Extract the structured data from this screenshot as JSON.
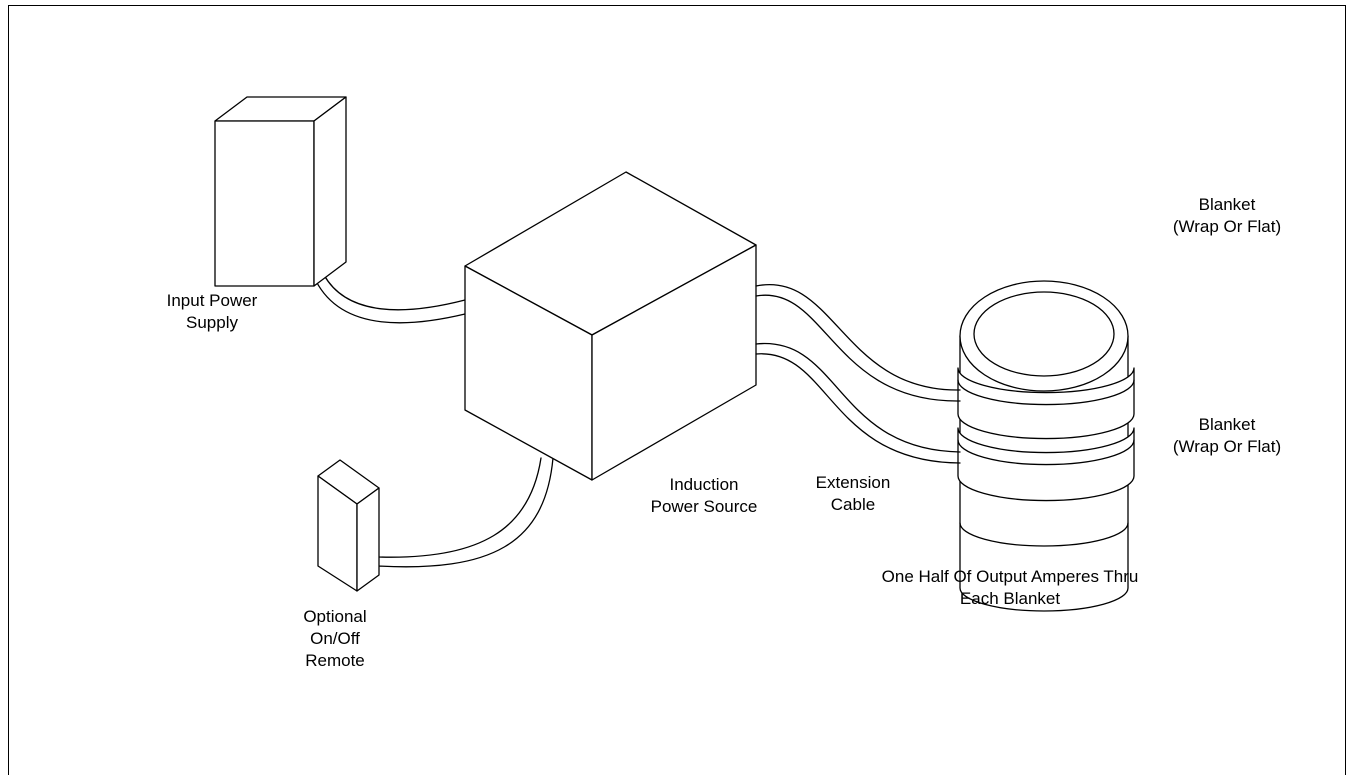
{
  "labels": {
    "input_power_supply": [
      "Input Power",
      "Supply"
    ],
    "induction_power_source": [
      "Induction",
      "Power Source"
    ],
    "optional_remote": [
      "Optional",
      "On/Off",
      "Remote"
    ],
    "extension_cable": [
      "Extension",
      "Cable"
    ],
    "blanket_top": [
      "Blanket",
      "(Wrap Or Flat)"
    ],
    "blanket_bottom": [
      "Blanket",
      "(Wrap Or Flat)"
    ],
    "output_note": [
      "One Half Of Output Amperes Thru",
      "Each Blanket"
    ]
  },
  "colors": {
    "line": "#000000",
    "background": "#ffffff"
  }
}
